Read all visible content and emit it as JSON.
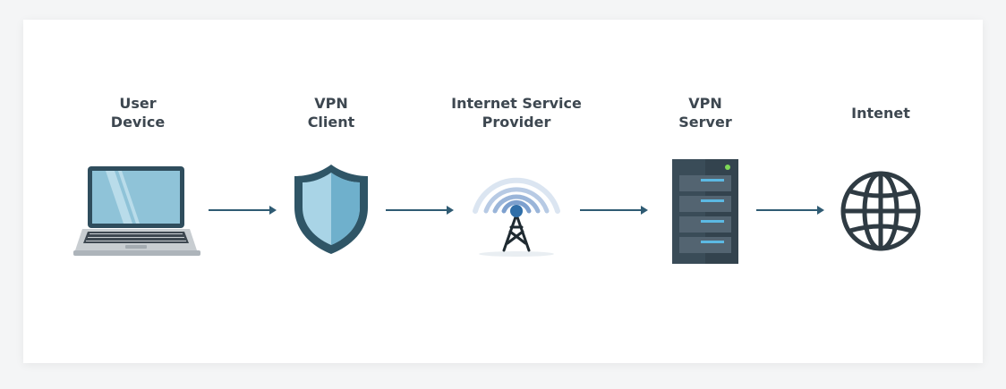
{
  "nodes": [
    {
      "id": "user-device",
      "line1": "User",
      "line2": "Device",
      "icon": "laptop-icon"
    },
    {
      "id": "vpn-client",
      "line1": "VPN",
      "line2": "Client",
      "icon": "shield-icon"
    },
    {
      "id": "isp",
      "line1": "Internet Service",
      "line2": "Provider",
      "icon": "antenna-tower-icon"
    },
    {
      "id": "vpn-server",
      "line1": "VPN",
      "line2": "Server",
      "icon": "server-icon"
    },
    {
      "id": "internet",
      "line1": "Intenet",
      "line2": "",
      "icon": "globe-icon"
    }
  ],
  "colors": {
    "text": "#3d4750",
    "arrow": "#2f5b73",
    "dark": "#2f4d5d",
    "shield_light": "#a9d4e6",
    "shield_mid": "#6fb0cc",
    "screen": "#8fc3d8",
    "server_body": "#3a4c58",
    "server_bay": "#536471",
    "server_led": "#5cb9e3",
    "server_power": "#7ed957",
    "wave": "#6f96c9"
  }
}
